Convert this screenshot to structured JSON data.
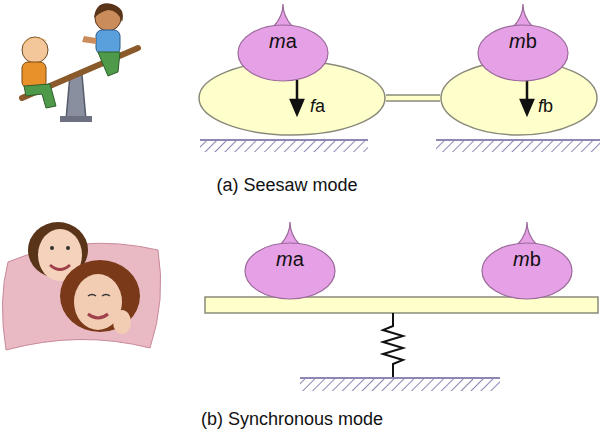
{
  "diagram": {
    "nodes": [
      {
        "text": [
          "ma"
        ]
      },
      {
        "text": [
          "fa"
        ]
      },
      {
        "text": [
          "mb"
        ]
      },
      {
        "text": [
          "fb"
        ]
      },
      {
        "text": [
          "ma"
        ]
      },
      {
        "text": [
          "mb"
        ]
      }
    ],
    "edges": [
      {
        "from": 1,
        "to": 3,
        "arrow": "none"
      }
    ],
    "labels": [
      "(a) Seesaw mode",
      "(b) Synchronous mode"
    ]
  }
}
